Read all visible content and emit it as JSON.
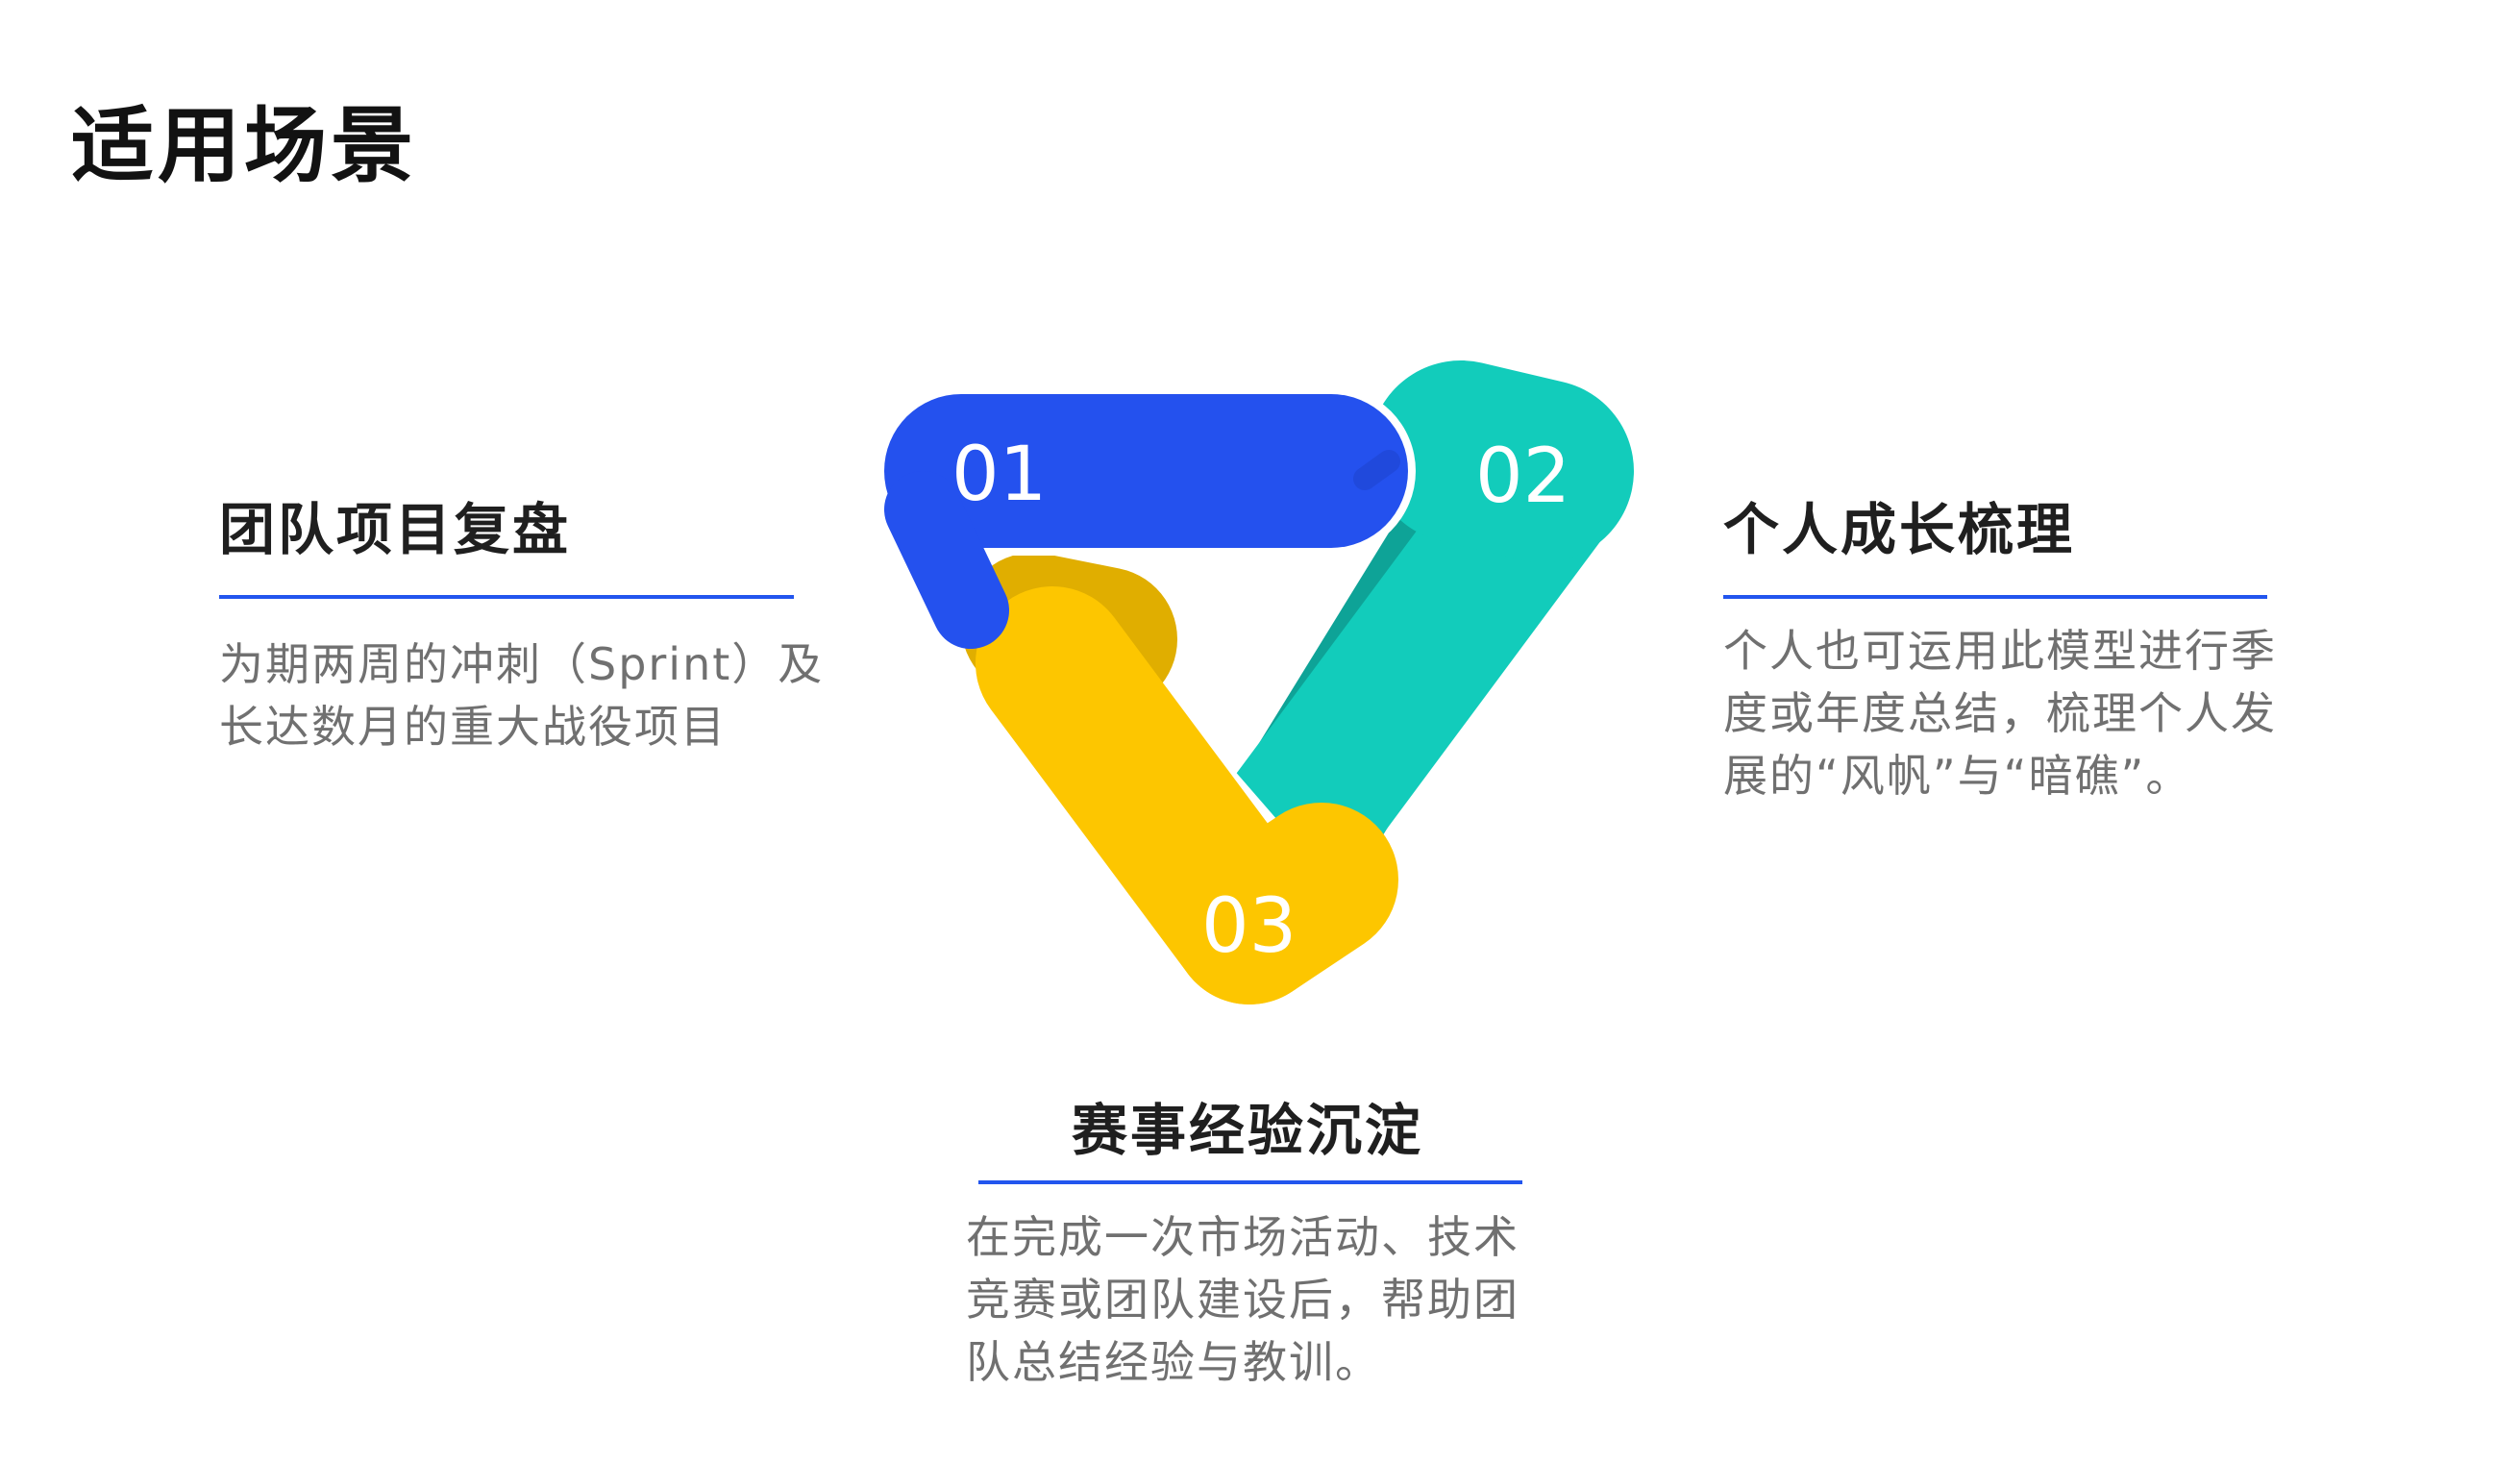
{
  "page": {
    "title": "适用场景"
  },
  "logo": {
    "numbers": [
      "01",
      "02",
      "03"
    ],
    "colors": {
      "blue": "#2451EE",
      "teal": "#12CCBB",
      "teal_shadow": "#0EA397",
      "yellow": "#FDC600",
      "yellow_shadow": "#E0AE00"
    }
  },
  "scenarios": [
    {
      "title": "团队项目复盘",
      "lines": [
        "为期两周的冲刺（Sprint）及",
        "长达数月的重大战役项目"
      ]
    },
    {
      "title": "个人成长梳理",
      "lines": [
        "个人也可运用此模型进行季",
        "度或年度总结，梳理个人发",
        "展的“风帆”与“暗礁”。"
      ]
    },
    {
      "title": "赛事经验沉淀",
      "lines": [
        "在完成一次市场活动、技术",
        "竞赛或团队建设后，帮助团",
        "队总结经验与教训。"
      ]
    }
  ],
  "accent_color": "#2255EE"
}
